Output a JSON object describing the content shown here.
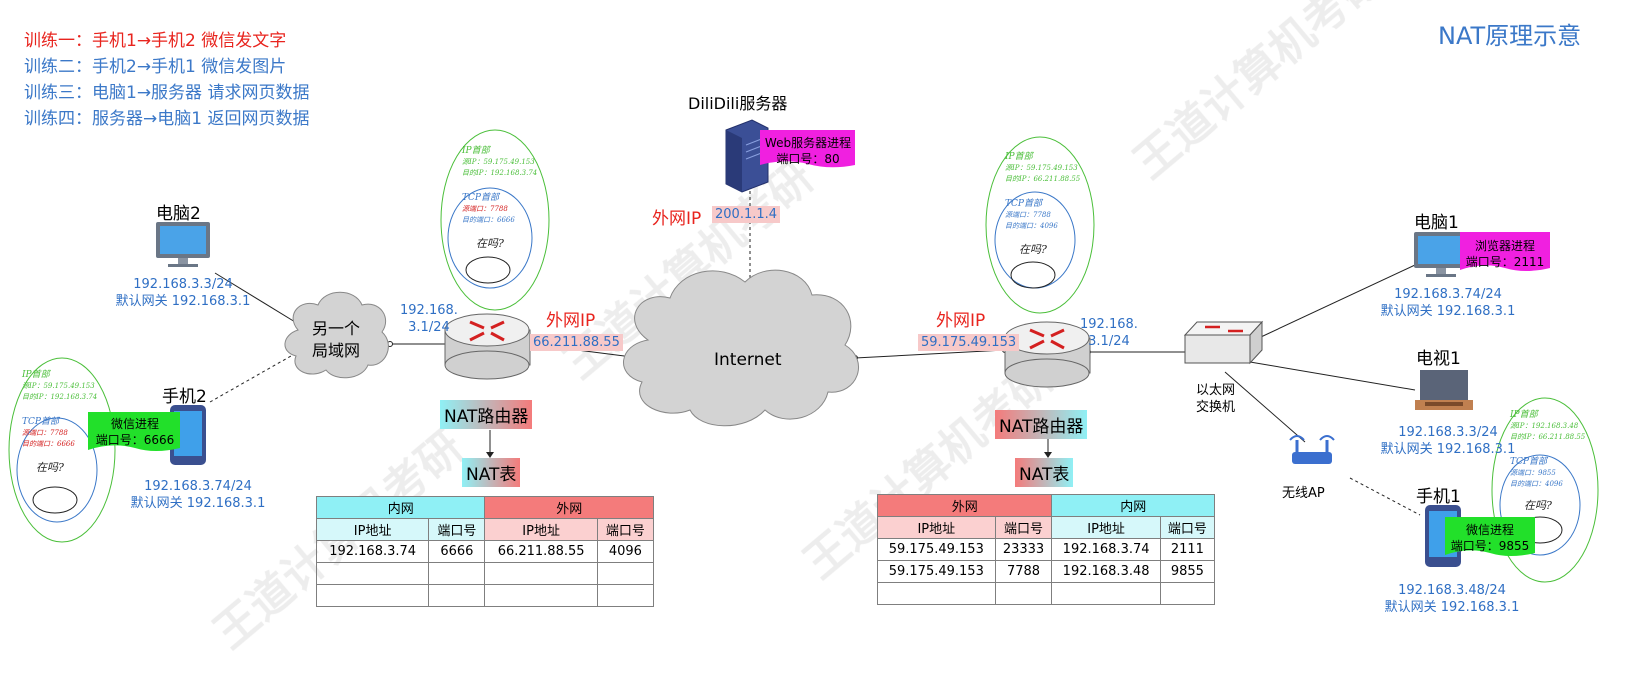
{
  "title": "NAT原理示意",
  "trainings": [
    {
      "text": "训练一：手机1→手机2 微信发文字",
      "color": "#e8241e"
    },
    {
      "text": "训练二：手机2→手机1 微信发图片",
      "color": "#3b78c8"
    },
    {
      "text": "训练三：电脑1→服务器 请求网页数据",
      "color": "#3b78c8"
    },
    {
      "text": "训练四：服务器→电脑1 返回网页数据",
      "color": "#3b78c8"
    }
  ],
  "server": {
    "label": "DiliDili服务器",
    "process_name": "Web服务器进程",
    "process_port": "端口号：80",
    "wan_label": "外网IP",
    "wan_ip": "200.1.1.4"
  },
  "internet_label": "Internet",
  "left_lan_label": "另一个\n局域网",
  "left_router": {
    "label": "NAT路由器",
    "lan_ip": "192.168.\n3.1/24",
    "wan_label": "外网IP",
    "wan_ip": "66.211.88.55",
    "table_label": "NAT表"
  },
  "right_router": {
    "label": "NAT路由器",
    "lan_ip": "192.168.\n3.1/24",
    "wan_label": "外网IP",
    "wan_ip": "59.175.49.153",
    "table_label": "NAT表"
  },
  "switch_label": "以太网\n交换机",
  "ap_label": "无线AP",
  "devices": {
    "pc2": {
      "label": "电脑2",
      "ip": "192.168.3.3/24",
      "gw": "默认网关 192.168.3.1"
    },
    "phone2": {
      "label": "手机2",
      "ip": "192.168.3.74/24",
      "gw": "默认网关 192.168.3.1",
      "proc": "微信进程",
      "port": "端口号：6666"
    },
    "pc1": {
      "label": "电脑1",
      "ip": "192.168.3.74/24",
      "gw": "默认网关 192.168.3.1",
      "proc": "浏览器进程",
      "port": "端口号：2111"
    },
    "tv1": {
      "label": "电视1",
      "ip": "192.168.3.3/24",
      "gw": "默认网关 192.168.3.1"
    },
    "phone1": {
      "label": "手机1",
      "ip": "192.168.3.48/24",
      "gw": "默认网关 192.168.3.1",
      "proc": "微信进程",
      "port": "端口号：9855"
    }
  },
  "notes": {
    "ip_header": "IP首部",
    "tcp_header": "TCP首部",
    "msg": "在吗?",
    "left_top": {
      "src_ip": "源IP：59.175.49.153",
      "dst_ip": "目的IP：192.168.3.74",
      "src_port": "源端口：7788",
      "dst_port": "目的端口：6666"
    },
    "left_phone": {
      "src_ip": "源IP：59.175.49.153",
      "dst_ip": "目的IP：192.168.3.74",
      "src_port": "源端口：7788",
      "dst_port": "目的端口：6666"
    },
    "right_top": {
      "src_ip": "源IP：59.175.49.153",
      "dst_ip": "目的IP：66.211.88.55",
      "src_port": "源端口：7788",
      "dst_port": "目的端口：4096"
    },
    "right_phone": {
      "src_ip": "源IP：192.168.3.48",
      "dst_ip": "目的IP：66.211.88.55",
      "src_port": "源端口：9855",
      "dst_port": "目的端口：4096"
    }
  },
  "nat_table_left": {
    "group_inner": "内网",
    "group_outer": "外网",
    "headers": [
      "IP地址",
      "端口号",
      "IP地址",
      "端口号"
    ],
    "rows": [
      [
        "192.168.3.74",
        "6666",
        "66.211.88.55",
        "4096"
      ],
      [
        "",
        "",
        "",
        ""
      ],
      [
        "",
        "",
        "",
        ""
      ]
    ]
  },
  "nat_table_right": {
    "group_outer": "外网",
    "group_inner": "内网",
    "headers": [
      "IP地址",
      "端口号",
      "IP地址",
      "端口号"
    ],
    "rows": [
      [
        "59.175.49.153",
        "23333",
        "192.168.3.74",
        "2111"
      ],
      [
        "59.175.49.153",
        "7788",
        "192.168.3.48",
        "9855"
      ],
      [
        "",
        "",
        "",
        ""
      ]
    ]
  },
  "colors": {
    "blue_text": "#3b78c8",
    "red_text": "#e8241e",
    "cyan": "#8ff0f5",
    "pink": "#f47b7b",
    "magenta": "#f020e0",
    "green": "#22e02a"
  },
  "watermark": "王道计算机考研 cskaoyan.com"
}
